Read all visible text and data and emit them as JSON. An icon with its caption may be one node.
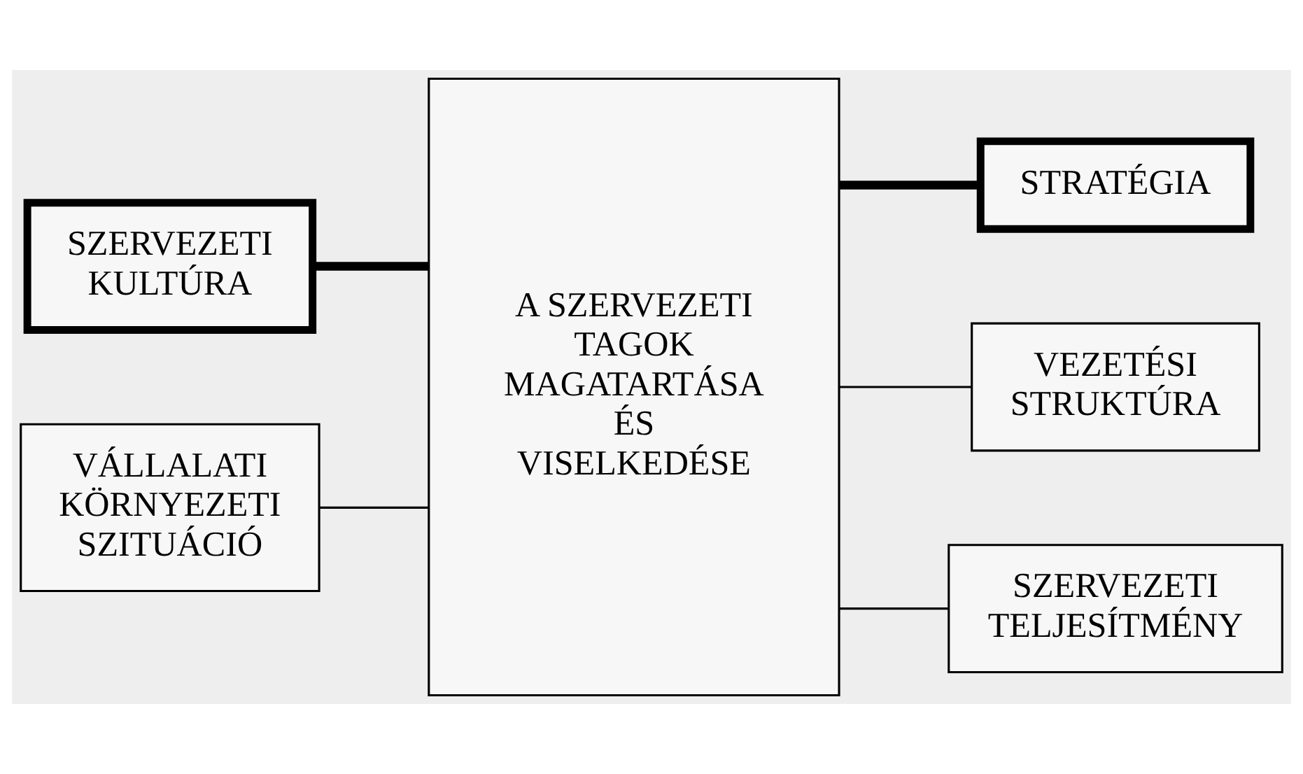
{
  "diagram": {
    "nodes": [
      {
        "text": [
          "STRATÉGIA"
        ]
      },
      {
        "text": [
          "SZERVEZETI KULTÚRA"
        ]
      },
      {
        "text": [
          "A SZERVEZETI TAGOK MAGATARTÁSA ÉS VISELKEDÉSE"
        ]
      },
      {
        "text": [
          "VEZETÉSI STRUKTÚRA"
        ]
      },
      {
        "text": [
          "VÁLLALATI KÖRNYEZETI SZITUÁCIÓ"
        ]
      },
      {
        "text": [
          "SZERVEZETI TELJESÍTMÉNY"
        ]
      }
    ],
    "edges": [
      {
        "from": 1,
        "to": 2,
        "arrow": "none",
        "style": "thick"
      },
      {
        "from": 4,
        "to": 2,
        "arrow": "none"
      },
      {
        "from": 2,
        "to": 0,
        "arrow": "none",
        "style": "thick"
      },
      {
        "from": 2,
        "to": 3,
        "arrow": "none"
      },
      {
        "from": 2,
        "to": 5,
        "arrow": "none"
      }
    ]
  }
}
